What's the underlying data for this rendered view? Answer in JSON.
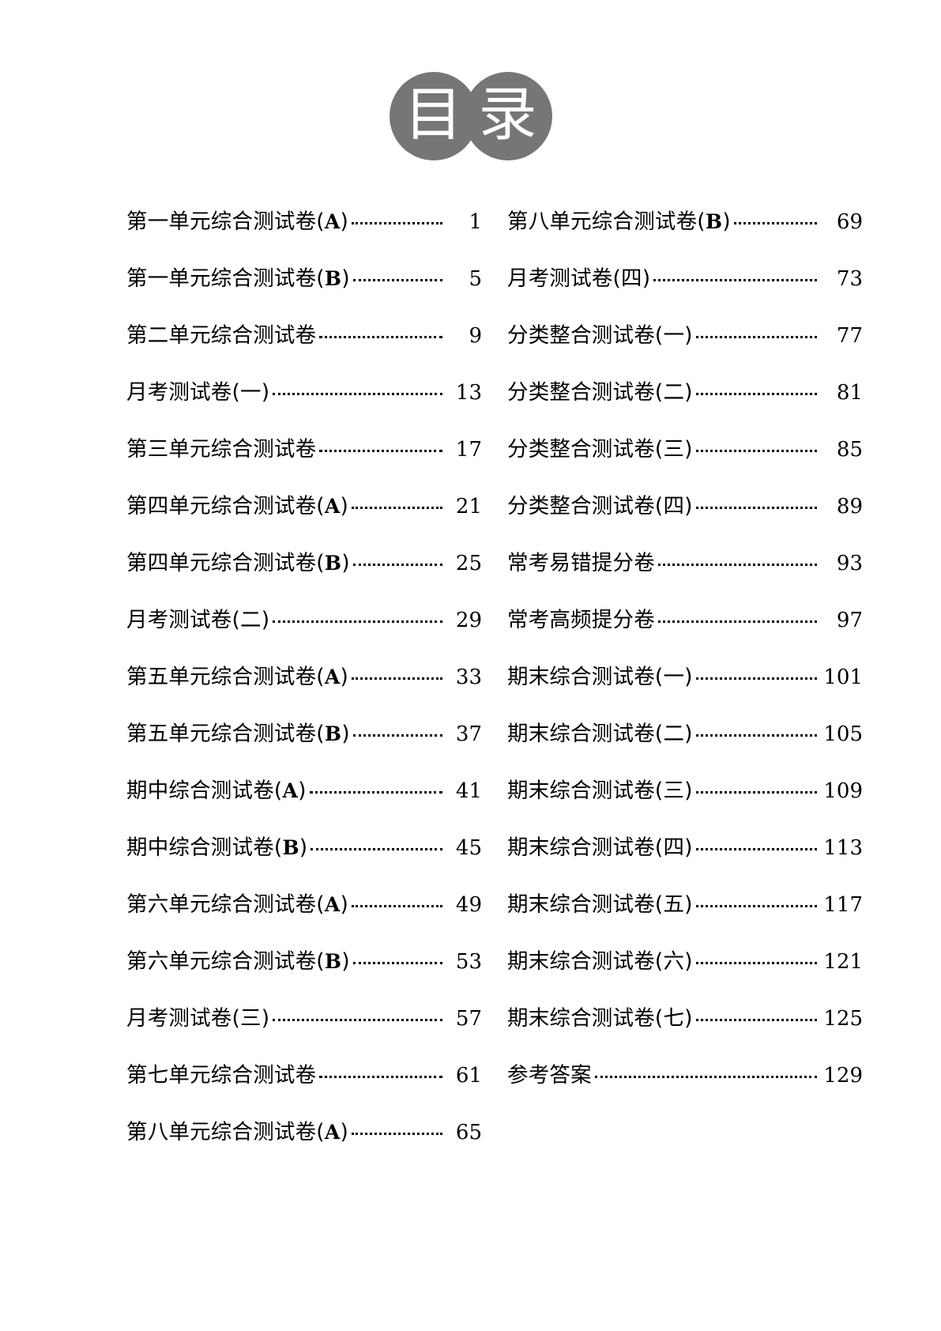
{
  "header": {
    "badge_1": "目",
    "badge_2": "录",
    "badge_color": "#767676",
    "badge_text_color": "#ffffff"
  },
  "toc": {
    "left_column": [
      {
        "title": "第一单元综合测试卷(",
        "suffix_latin": "A",
        "suffix_close": ")",
        "page": "1"
      },
      {
        "title": "第一单元综合测试卷(",
        "suffix_latin": "B",
        "suffix_close": ")",
        "page": "5"
      },
      {
        "title": "第二单元综合测试卷",
        "suffix_latin": "",
        "suffix_close": "",
        "page": "9"
      },
      {
        "title": "月考测试卷(一)",
        "suffix_latin": "",
        "suffix_close": "",
        "page": "13"
      },
      {
        "title": "第三单元综合测试卷",
        "suffix_latin": "",
        "suffix_close": "",
        "page": "17"
      },
      {
        "title": "第四单元综合测试卷(",
        "suffix_latin": "A",
        "suffix_close": ")",
        "page": "21"
      },
      {
        "title": "第四单元综合测试卷(",
        "suffix_latin": "B",
        "suffix_close": ")",
        "page": "25"
      },
      {
        "title": "月考测试卷(二)",
        "suffix_latin": "",
        "suffix_close": "",
        "page": "29"
      },
      {
        "title": "第五单元综合测试卷(",
        "suffix_latin": "A",
        "suffix_close": ")",
        "page": "33"
      },
      {
        "title": "第五单元综合测试卷(",
        "suffix_latin": "B",
        "suffix_close": ")",
        "page": "37"
      },
      {
        "title": "期中综合测试卷(",
        "suffix_latin": "A",
        "suffix_close": ")",
        "page": "41"
      },
      {
        "title": "期中综合测试卷(",
        "suffix_latin": "B",
        "suffix_close": ")",
        "page": "45"
      },
      {
        "title": "第六单元综合测试卷(",
        "suffix_latin": "A",
        "suffix_close": ")",
        "page": "49"
      },
      {
        "title": "第六单元综合测试卷(",
        "suffix_latin": "B",
        "suffix_close": ")",
        "page": "53"
      },
      {
        "title": "月考测试卷(三)",
        "suffix_latin": "",
        "suffix_close": "",
        "page": "57"
      },
      {
        "title": "第七单元综合测试卷",
        "suffix_latin": "",
        "suffix_close": "",
        "page": "61"
      },
      {
        "title": "第八单元综合测试卷(",
        "suffix_latin": "A",
        "suffix_close": ")",
        "page": "65"
      }
    ],
    "right_column": [
      {
        "title": "第八单元综合测试卷(",
        "suffix_latin": "B",
        "suffix_close": ")",
        "page": "69"
      },
      {
        "title": "月考测试卷(四)",
        "suffix_latin": "",
        "suffix_close": "",
        "page": "73"
      },
      {
        "title": "分类整合测试卷(一)",
        "suffix_latin": "",
        "suffix_close": "",
        "page": "77"
      },
      {
        "title": "分类整合测试卷(二)",
        "suffix_latin": "",
        "suffix_close": "",
        "page": "81"
      },
      {
        "title": "分类整合测试卷(三)",
        "suffix_latin": "",
        "suffix_close": "",
        "page": "85"
      },
      {
        "title": "分类整合测试卷(四)",
        "suffix_latin": "",
        "suffix_close": "",
        "page": "89"
      },
      {
        "title": "常考易错提分卷",
        "suffix_latin": "",
        "suffix_close": "",
        "page": "93"
      },
      {
        "title": "常考高频提分卷",
        "suffix_latin": "",
        "suffix_close": "",
        "page": "97"
      },
      {
        "title": "期末综合测试卷(一)",
        "suffix_latin": "",
        "suffix_close": "",
        "page": "101"
      },
      {
        "title": "期末综合测试卷(二)",
        "suffix_latin": "",
        "suffix_close": "",
        "page": "105"
      },
      {
        "title": "期末综合测试卷(三)",
        "suffix_latin": "",
        "suffix_close": "",
        "page": "109"
      },
      {
        "title": "期末综合测试卷(四)",
        "suffix_latin": "",
        "suffix_close": "",
        "page": "113"
      },
      {
        "title": "期末综合测试卷(五)",
        "suffix_latin": "",
        "suffix_close": "",
        "page": "117"
      },
      {
        "title": "期末综合测试卷(六)",
        "suffix_latin": "",
        "suffix_close": "",
        "page": "121"
      },
      {
        "title": "期末综合测试卷(七)",
        "suffix_latin": "",
        "suffix_close": "",
        "page": "125"
      },
      {
        "title": "参考答案",
        "suffix_latin": "",
        "suffix_close": "",
        "page": "129"
      }
    ]
  }
}
